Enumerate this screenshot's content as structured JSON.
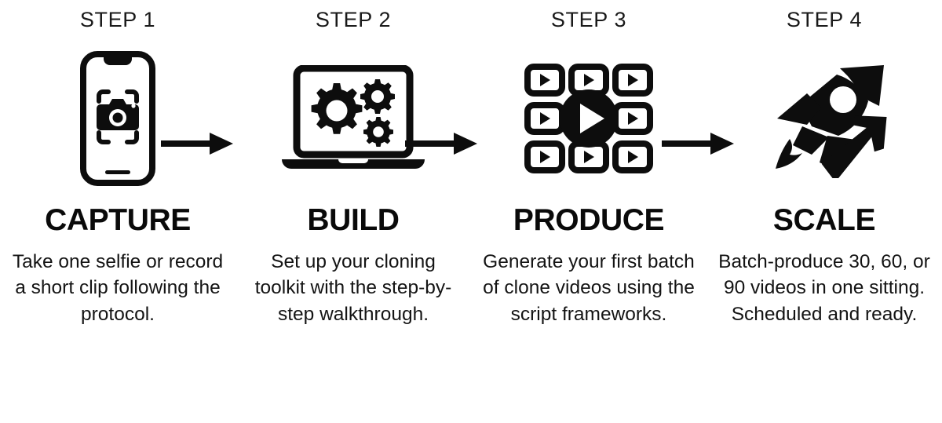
{
  "page": {
    "title": "4-Step Process Infographic",
    "background_color": "#ffffff",
    "ink_color": "#0d0d0d"
  },
  "steps": [
    {
      "step_label": "STEP 1",
      "icon": "smartphone-camera-icon",
      "heading": "CAPTURE",
      "body": "Take one selfie or record a short clip following the protocol."
    },
    {
      "step_label": "STEP 2",
      "icon": "laptop-gears-icon",
      "heading": "BUILD",
      "body": "Set up your cloning toolkit with the step-by-step walkthrough."
    },
    {
      "step_label": "STEP 3",
      "icon": "video-grid-play-icon",
      "heading": "PRODUCE",
      "body": "Generate your first batch of clone videos using the script frameworks."
    },
    {
      "step_label": "STEP 4",
      "icon": "rocket-launch-icon",
      "heading": "SCALE",
      "body": "Batch-produce 30, 60, or 90 videos in one sitting. Scheduled and ready."
    }
  ],
  "connectors": [
    {
      "icon": "arrow-right-icon",
      "from": "STEP 1",
      "to": "STEP 2"
    },
    {
      "icon": "arrow-right-icon",
      "from": "STEP 2",
      "to": "STEP 3"
    },
    {
      "icon": "arrow-right-icon",
      "from": "STEP 3",
      "to": "STEP 4"
    }
  ]
}
